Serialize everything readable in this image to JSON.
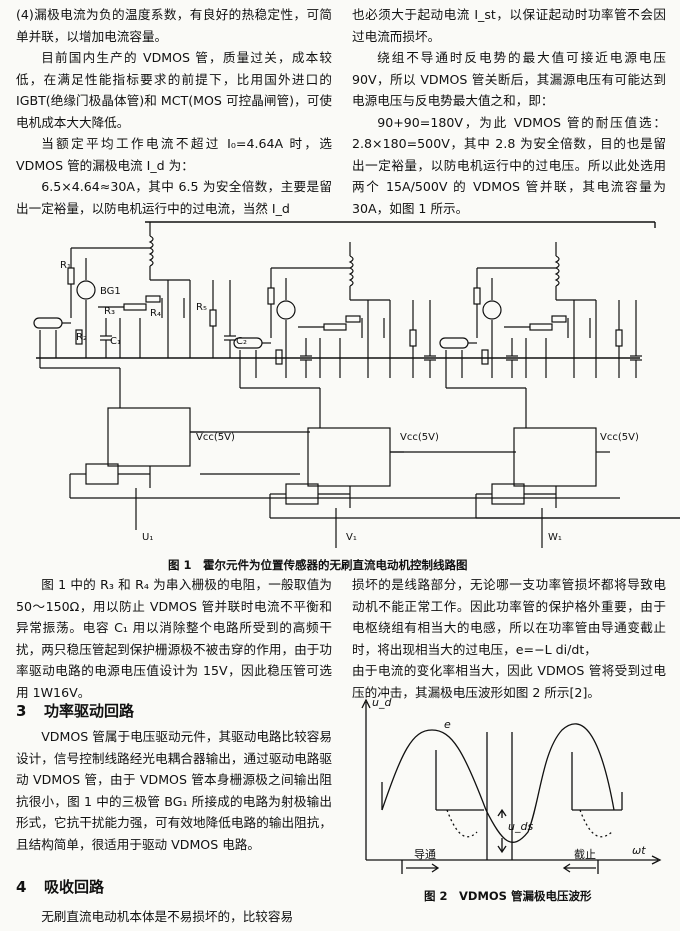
{
  "top_left": [
    "(4)漏极电流为负的温度系数，有良好的热稳定性，可简单并联，以增加电流容量。",
    "目前国内生产的 VDMOS 管，质量过关，成本较低，在满足性能指标要求的前提下，比用国外进口的 IGBT(绝缘门极晶体管)和 MCT(MOS 可控晶闸管)，可使电机成本大大降低。",
    "当额定平均工作电流不超过 I₀=4.64A 时，选 VDMOS 管的漏极电流 I_d 为：",
    "6.5×4.64≈30A，其中 6.5 为安全倍数，主要是留出一定裕量，以防电机运行中的过电流，当然 I_d"
  ],
  "top_right": [
    "也必须大于起动电流 I_st，以保证起动时功率管不会因过电流而损坏。",
    "绕组不导通时反电势的最大值可接近电源电压 90V，所以 VDMOS 管关断后，其漏源电压有可能达到电源电压与反电势最大值之和，即：",
    "90+90=180V，为此 VDMOS 管的耐压值选：2.8×180=500V，其中 2.8 为安全倍数，目的也是留出一定裕量，以防电机运行中的过电压。所以此处选用两个 15A/500V 的 VDMOS 管并联，其电流容量为 30A，如图 1 所示。"
  ],
  "fig1": {
    "labels": {
      "r1": "R₁",
      "bg1": "BG1",
      "r3": "R₃",
      "r4": "R₄",
      "r5": "R₅",
      "r2": "R₂",
      "c1": "C₁",
      "c2": "C₂",
      "vcc1": "Vcc(5V)",
      "vcc2": "Vcc(5V)",
      "vcc3": "Vcc(5V)",
      "u": "U₁",
      "v": "V₁",
      "w": "W₁"
    },
    "caption": "图 1　霍尔元件为位置传感器的无刷直流电动机控制线路图"
  },
  "bottom_left": [
    "图 1 中的 R₃ 和 R₄ 为串入栅极的电阻，一般取值为 50～150Ω，用以防止 VDMOS 管并联时电流不平衡和异常振荡。电容 C₁ 用以消除整个电路所受到的高频干扰，两只稳压管起到保护栅源极不被击穿的作用，由于功率驱动电路的电源电压值设计为 15V，因此稳压管可选用 1W16V。"
  ],
  "sec3": {
    "num": "3",
    "title": "功率驱动回路"
  },
  "sec3_text": [
    "VDMOS 管属于电压驱动元件，其驱动电路比较容易设计，信号控制线路经光电耦合器输出，通过驱动电路驱动 VDMOS 管，由于 VDMOS 管本身栅源极之间输出阻抗很小，图 1 中的三极管 BG₁ 所接成的电路为射极输出形式，它抗干扰能力强，可有效地降低电路的输出阻抗，且结构简单，很适用于驱动 VDMOS 电路。"
  ],
  "sec4": {
    "num": "4",
    "title": "吸收回路"
  },
  "sec4_text": [
    "无刷直流电动机本体是不易损坏的，比较容易"
  ],
  "bottom_right": [
    "损坏的是线路部分，无论哪一支功率管损坏都将导致电动机不能正常工作。因此功率管的保护格外重要，由于电枢绕组有相当大的电感，所以在功率管由导通变截止时，将出现相当大的过电压，e=−L di/dt，",
    "由于电流的变化率相当大，因此 VDMOS 管将受到过电压的冲击，其漏极电压波形如图 2 所示[2]。"
  ],
  "fig2": {
    "ylabel": "u_d",
    "curve": "e",
    "uds": "u_ds",
    "on": "导通",
    "off": "截止",
    "xlabel": "ωt",
    "caption": "图 2　VDMOS 管漏极电压波形"
  }
}
